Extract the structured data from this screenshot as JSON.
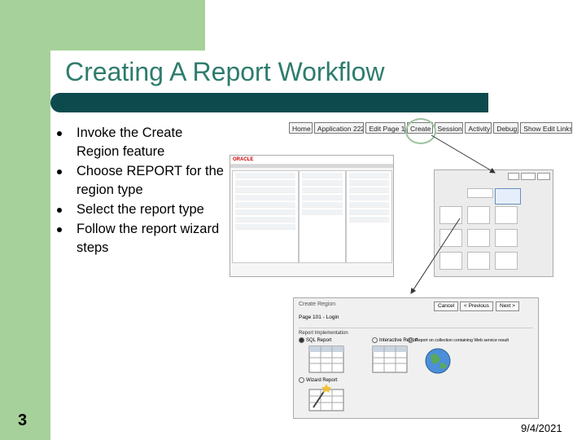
{
  "slide": {
    "title": "Creating A Report Workflow",
    "bullets": [
      "Invoke the Create Region feature",
      "Choose REPORT for the region type",
      "Select the report type",
      "Follow the report wizard steps"
    ],
    "page_number": "3",
    "date": "9/4/2021"
  },
  "breadcrumb": {
    "items": [
      "Home",
      "Application 222",
      "Edit Page 1",
      "Create",
      "Session",
      "Activity",
      "Debug",
      "Show Edit Links"
    ]
  },
  "create_region": {
    "title": "Create Region",
    "cancel": "Cancel",
    "previous": "< Previous",
    "next": "Next >",
    "page_label": "Page 101 - Login",
    "section_label": "Report Implementation",
    "options": {
      "sql_report": "SQL Report",
      "interactive_report": "Interactive Report",
      "web_service_report": "Report on collection containing Web service result",
      "wizard_report": "Wizard Report"
    }
  },
  "colors": {
    "green": "#a6d19a",
    "teal_bar": "#0c4a4e",
    "title": "#2e7c6d"
  }
}
